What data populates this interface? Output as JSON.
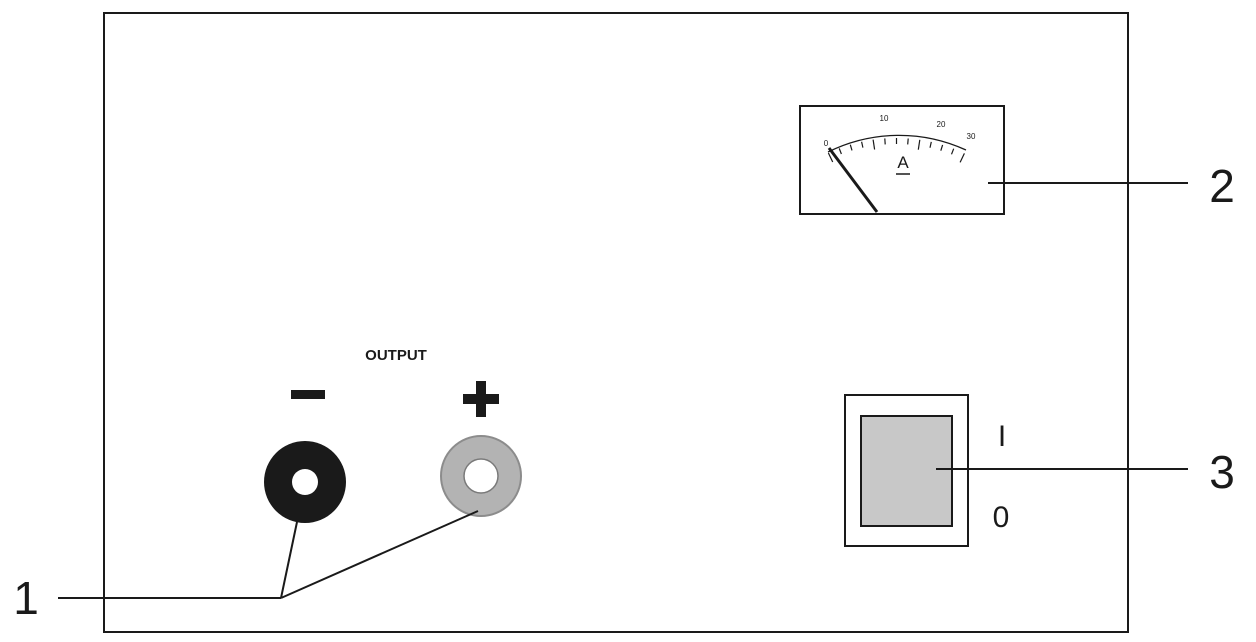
{
  "panel": {
    "output_label": "OUTPUT",
    "minus_symbol": "−",
    "plus_symbol": "+"
  },
  "ammeter": {
    "unit": "A",
    "tick_labels": [
      "0",
      "10",
      "20",
      "30"
    ],
    "needle_value": 0,
    "scale_max": 30
  },
  "switch": {
    "on_label": "I",
    "off_label": "0"
  },
  "callouts": {
    "terminals": "1",
    "ammeter": "2",
    "switch": "3"
  },
  "colors": {
    "line": "#1a1a1a",
    "negative_terminal": "#1a1a1a",
    "positive_terminal": "#b3b3b3",
    "switch_rocker": "#c8c8c8"
  }
}
